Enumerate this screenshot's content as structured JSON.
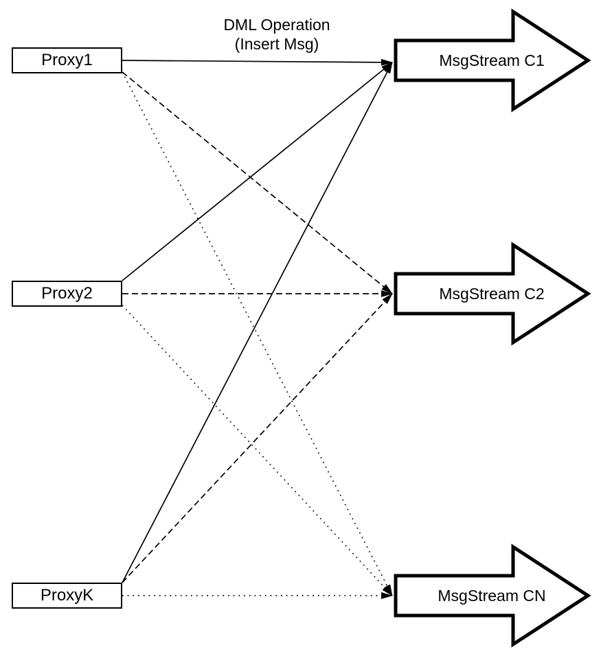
{
  "diagram": {
    "annotation": {
      "line1": "DML Operation",
      "line2": "(Insert Msg)"
    },
    "proxies": [
      {
        "label": "Proxy1"
      },
      {
        "label": "Proxy2"
      },
      {
        "label": "ProxyK"
      }
    ],
    "streams": [
      {
        "label": "MsgStream C1"
      },
      {
        "label": "MsgStream C2"
      },
      {
        "label": "MsgStream CN"
      }
    ],
    "edges": [
      {
        "from": "Proxy1",
        "to": "MsgStream C1",
        "style": "solid"
      },
      {
        "from": "Proxy1",
        "to": "MsgStream C2",
        "style": "dashed"
      },
      {
        "from": "Proxy1",
        "to": "MsgStream CN",
        "style": "dotted"
      },
      {
        "from": "Proxy2",
        "to": "MsgStream C1",
        "style": "solid"
      },
      {
        "from": "Proxy2",
        "to": "MsgStream C2",
        "style": "dashed"
      },
      {
        "from": "Proxy2",
        "to": "MsgStream CN",
        "style": "dotted"
      },
      {
        "from": "ProxyK",
        "to": "MsgStream C1",
        "style": "solid"
      },
      {
        "from": "ProxyK",
        "to": "MsgStream C2",
        "style": "dashed"
      },
      {
        "from": "ProxyK",
        "to": "MsgStream CN",
        "style": "dotted"
      }
    ],
    "colors": {
      "stroke": "#000000",
      "fill": "#ffffff"
    }
  }
}
